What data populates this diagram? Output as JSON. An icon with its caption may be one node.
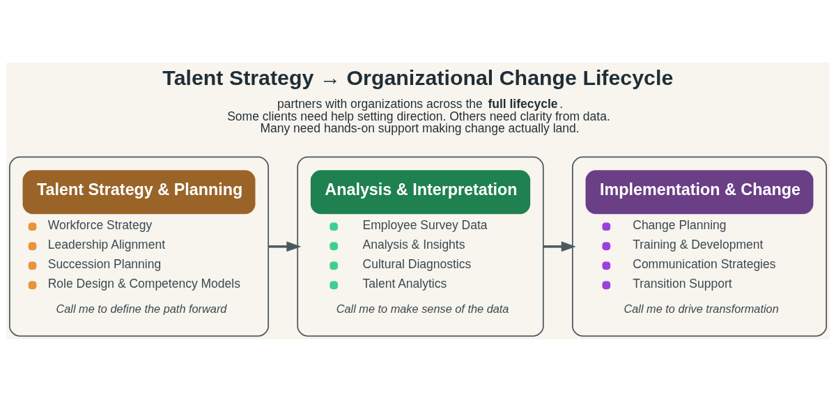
{
  "diagram": {
    "title": "Talent Strategy → Organizational Change Lifecycle",
    "nodes": [
      {
        "text": [
          "Talent Strategy & Planning",
          "Workforce Strategy",
          "Leadership Alignment",
          "Succession Planning",
          "Role Design & Competency Models",
          "Call me to define the path forward"
        ]
      },
      {
        "text": [
          "Analysis & Interpretation",
          "Employee Survey Data",
          "Analysis & Insights",
          "Cultural Diagnostics",
          "Talent Analytics",
          "Call me to make sense of the data"
        ]
      },
      {
        "text": [
          "Implementation & Change",
          "Change Planning",
          "Training & Development",
          "Communication Strategies",
          "Transition Support",
          "Call me to drive transformation"
        ]
      }
    ],
    "edges": [
      {
        "from": 0,
        "to": 1,
        "arrow": "to"
      },
      {
        "from": 1,
        "to": 2,
        "arrow": "to"
      }
    ],
    "labels": [
      "partners with organizations across the **full lifecycle**. Some clients need help setting direction. Others need clarity from data. Many need hands-on support making change actually land."
    ]
  }
}
